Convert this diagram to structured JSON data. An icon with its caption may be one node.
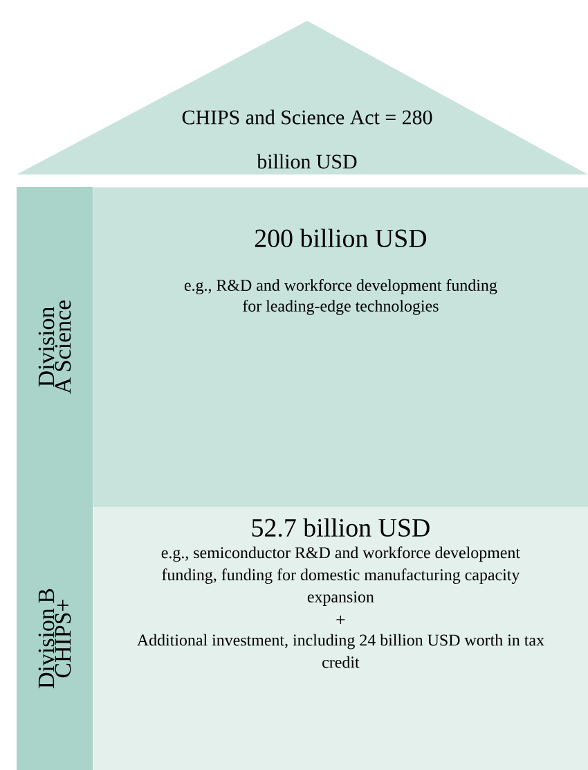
{
  "diagram": {
    "nodes": [
      {
        "text": [
          "CHIPS and Science Act = 280 billion USD"
        ]
      },
      {
        "text": [
          "Division A Science"
        ]
      },
      {
        "text": [
          "200 billion USD",
          "e.g., R&D and workforce development funding for leading-edge technologies"
        ]
      },
      {
        "text": [
          "Division B CHIPS+"
        ]
      },
      {
        "text": [
          "52.7 billion USD",
          "e.g., semiconductor R&D and workforce development funding, funding for domestic manufacturing capacity expansion",
          "+",
          "Additional investment, including 24 billion USD worth in tax credit"
        ]
      }
    ]
  }
}
